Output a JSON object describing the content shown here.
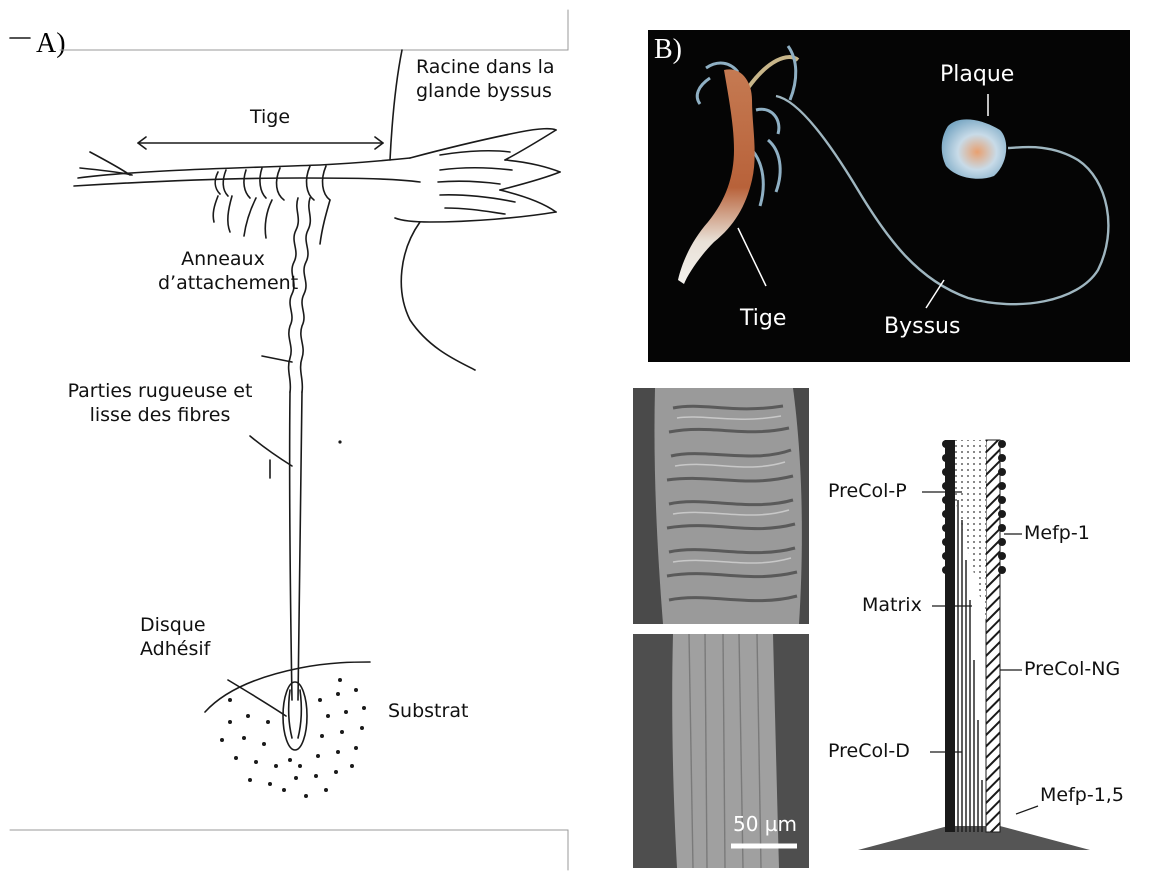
{
  "panel_a": {
    "letter": "A)",
    "labels": {
      "root": "Racine dans la glande byssus",
      "stem": "Tige",
      "rings": "Anneaux d’attachement",
      "fibers": "Parties rugueuse et lisse des fibres",
      "disc": "Disque Adhésif",
      "substrate": "Substrat"
    }
  },
  "panel_b": {
    "letter": "B)",
    "labels": {
      "plaque": "Plaque",
      "stem": "Tige",
      "byssus": "Byssus"
    }
  },
  "sem": {
    "scale_bar": "50 µm"
  },
  "schematic": {
    "labels": {
      "precol_p": "PreCol-P",
      "mefp1": "Mefp-1",
      "matrix": "Matrix",
      "precol_ng": "PreCol-NG",
      "precol_d": "PreCol-D",
      "mefp15": "Mefp-1,5"
    }
  },
  "colors": {
    "photo_bg": "#050505",
    "sem_top": "#8a8a8a",
    "sem_bottom": "#9a9a9a",
    "ink": "#1a1a1a"
  }
}
